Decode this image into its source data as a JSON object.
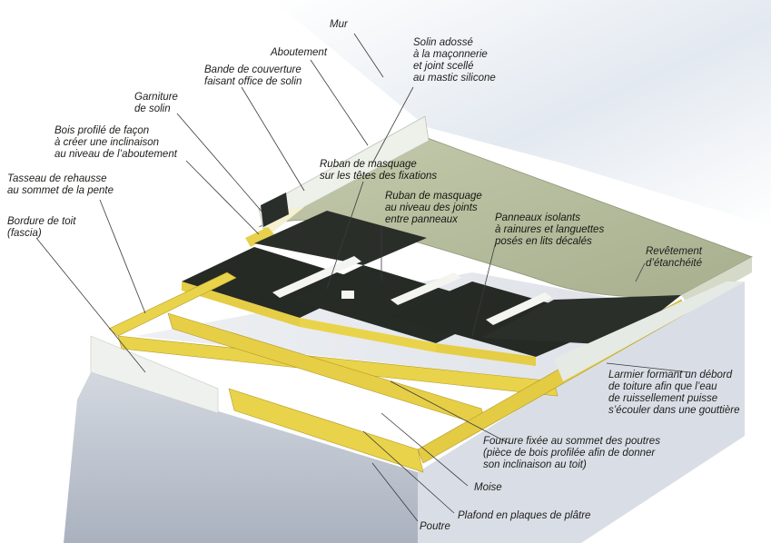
{
  "colors": {
    "wall": "#e6ebf0",
    "membrane": "#b8bfa0",
    "insulation": "#272b26",
    "timber": "#e9d34a",
    "timber_dark": "#c7a92c",
    "fascia": "#eef0ee",
    "ceiling": "#c8ced8",
    "leader": "#3a3a3a"
  },
  "labels": {
    "mur": "Mur",
    "aboutement": "Aboutement",
    "solin_adosse": "Solin adossé\nà la maçonnerie\net joint scellé\nau mastic silicone",
    "bande_couverture": "Bande de couverture\nfaisant office de solin",
    "garniture_solin": "Garniture\nde solin",
    "bois_profile": "Bois profilé de façon\nà créer une inclinaison\nau niveau de l’aboutement",
    "tasseau": "Tasseau de rehausse\nau sommet de la pente",
    "bordure_toit": "Bordure de toit\n(fascia)",
    "ruban_fixations": "Ruban de masquage\nsur les têtes des fixations",
    "ruban_joints": "Ruban de masquage\nau niveau des joints\nentre panneaux",
    "panneaux_isolants": "Panneaux isolants\nà rainures et languettes\nposés en lits décalés",
    "revetement": "Revêtement\nd’étanchéité",
    "larmier": "Larmier formant un débord\nde toiture afin que l’eau\nde ruissellement puisse\ns’écouler dans une gouttière",
    "fourrure": "Fourrure fixée au sommet des poutres\n(pièce de bois profilée afin de donner\nson inclinaison au toit)",
    "moise": "Moise",
    "plafond": "Plafond en plaques de plâtre",
    "poutre": "Poutre"
  }
}
